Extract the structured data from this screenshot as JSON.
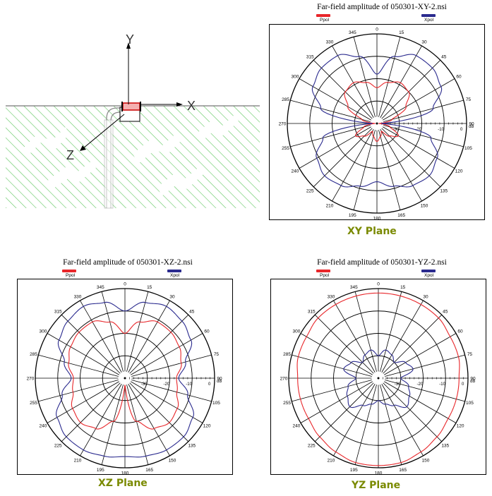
{
  "diagram": {
    "axis_y": "Y",
    "axis_x": "X",
    "axis_z": "Z",
    "colors": {
      "hatch": "#5fc85f",
      "ground_line": "#555555",
      "antenna": "#cc0000"
    }
  },
  "legend": {
    "ppol": "Ppol",
    "xpol": "Xpol"
  },
  "colors": {
    "ppol": "#e8262a",
    "xpol": "#2a2a8e",
    "label": "#7a8a00"
  },
  "chart_data": [
    {
      "type": "polar",
      "title": "Far-field amplitude of 050301-XY-2.nsi",
      "plane": "XY Plane",
      "angle_labels": [
        "0",
        "15",
        "30",
        "45",
        "60",
        "75",
        "90",
        "105",
        "120",
        "135",
        "150",
        "165",
        "180",
        "195",
        "210",
        "225",
        "240",
        "255",
        "270",
        "285",
        "300",
        "315",
        "330",
        "345"
      ],
      "radial_labels": [
        "-30",
        "-20",
        "-10",
        "0"
      ],
      "radial_unit": "dB",
      "rlim": [
        -40,
        0
      ],
      "series": [
        {
          "name": "Ppol",
          "angles": [
            0,
            15,
            30,
            45,
            60,
            75,
            90,
            105,
            120,
            135,
            150,
            165,
            180,
            195,
            210,
            225,
            240,
            255,
            270,
            285,
            300,
            315,
            330,
            345,
            360
          ],
          "values": [
            -24,
            -21,
            -19,
            -20,
            -25,
            -33,
            -39,
            -34,
            -29,
            -32,
            -36,
            -34,
            -32,
            -34,
            -36,
            -32,
            -29,
            -34,
            -39,
            -33,
            -25,
            -20,
            -19,
            -21,
            -24
          ]
        },
        {
          "name": "Xpol",
          "angles": [
            0,
            15,
            30,
            45,
            60,
            75,
            90,
            105,
            120,
            135,
            150,
            165,
            180,
            195,
            210,
            225,
            240,
            255,
            270,
            285,
            300,
            315,
            330,
            345,
            360
          ],
          "values": [
            -18,
            -9,
            -5,
            -5,
            -7,
            -14,
            -38,
            -15,
            -9,
            -7,
            -8,
            -11,
            -14,
            -11,
            -8,
            -7,
            -9,
            -15,
            -38,
            -14,
            -7,
            -5,
            -5,
            -9,
            -18
          ]
        }
      ]
    },
    {
      "type": "polar",
      "title": "Far-field amplitude of 050301-XZ-2.nsi",
      "plane": "XZ Plane",
      "angle_labels": [
        "0",
        "15",
        "30",
        "45",
        "60",
        "75",
        "90",
        "105",
        "120",
        "135",
        "150",
        "165",
        "180",
        "195",
        "210",
        "225",
        "240",
        "255",
        "270",
        "285",
        "300",
        "315",
        "330",
        "345"
      ],
      "radial_labels": [
        "-30",
        "-20",
        "-10",
        "0"
      ],
      "radial_unit": "dB",
      "rlim": [
        -40,
        0
      ],
      "series": [
        {
          "name": "Ppol",
          "angles": [
            0,
            15,
            30,
            45,
            60,
            75,
            90,
            105,
            120,
            135,
            150,
            165,
            180,
            195,
            210,
            225,
            240,
            255,
            270,
            285,
            300,
            315,
            330,
            345,
            360
          ],
          "values": [
            -20,
            -14,
            -11,
            -11,
            -12,
            -14,
            -17,
            -16,
            -13,
            -12,
            -14,
            -20,
            -37,
            -20,
            -14,
            -12,
            -13,
            -16,
            -17,
            -14,
            -12,
            -11,
            -11,
            -14,
            -20
          ]
        },
        {
          "name": "Xpol",
          "angles": [
            0,
            15,
            30,
            45,
            60,
            75,
            90,
            105,
            120,
            135,
            150,
            165,
            180,
            195,
            210,
            225,
            240,
            255,
            270,
            285,
            300,
            315,
            330,
            345,
            360
          ],
          "values": [
            -10,
            -5,
            -3,
            -4,
            -6,
            -12,
            -16,
            -11,
            -5,
            -3,
            -3,
            -4,
            -5,
            -4,
            -3,
            -3,
            -5,
            -11,
            -16,
            -12,
            -6,
            -4,
            -3,
            -5,
            -10
          ]
        }
      ]
    },
    {
      "type": "polar",
      "title": "Far-field amplitude of 050301-YZ-2.nsi",
      "plane": "YZ Plane",
      "angle_labels": [
        "0",
        "15",
        "30",
        "45",
        "60",
        "75",
        "90",
        "105",
        "120",
        "135",
        "150",
        "165",
        "180",
        "195",
        "210",
        "225",
        "240",
        "255",
        "270",
        "285",
        "300",
        "315",
        "330",
        "345"
      ],
      "radial_labels": [
        "-30",
        "-20",
        "-10",
        "0"
      ],
      "radial_unit": "dB",
      "rlim": [
        -40,
        0
      ],
      "series": [
        {
          "name": "Ppol",
          "angles": [
            0,
            15,
            30,
            45,
            60,
            75,
            90,
            105,
            120,
            135,
            150,
            165,
            180,
            195,
            210,
            225,
            240,
            255,
            270,
            285,
            300,
            315,
            330,
            345,
            360
          ],
          "values": [
            -2,
            -2,
            -2,
            -2,
            -3,
            -3,
            -4,
            -4,
            -4,
            -3,
            -2,
            -1,
            -1,
            -1,
            -2,
            -3,
            -4,
            -4,
            -4,
            -3,
            -3,
            -2,
            -2,
            -2,
            -2
          ]
        },
        {
          "name": "Xpol",
          "angles": [
            0,
            15,
            30,
            45,
            60,
            75,
            90,
            105,
            120,
            135,
            150,
            165,
            180,
            195,
            210,
            225,
            240,
            255,
            270,
            285,
            300,
            315,
            330,
            345,
            360
          ],
          "values": [
            -30,
            -27,
            -28,
            -30,
            -26,
            -24,
            -30,
            -26,
            -24,
            -22,
            -26,
            -28,
            -30,
            -28,
            -26,
            -22,
            -24,
            -26,
            -30,
            -24,
            -26,
            -30,
            -28,
            -27,
            -30
          ]
        }
      ]
    }
  ]
}
